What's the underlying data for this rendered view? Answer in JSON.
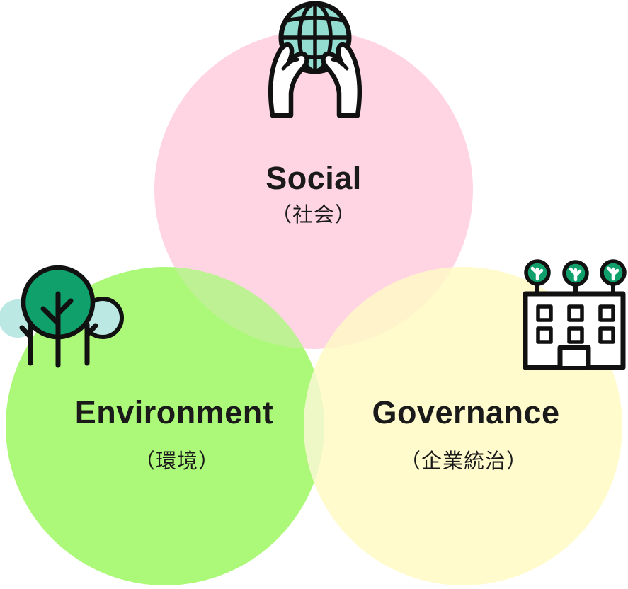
{
  "diagram": {
    "type": "venn-3-esg",
    "background": "#ffffff",
    "outline_color": "#111111",
    "text_color": "#1a1a1a",
    "circles": {
      "social": {
        "label": "Social",
        "sublabel": "（社会）",
        "color": "#FFD5E3",
        "icon": "hands-holding-globe"
      },
      "environment": {
        "label": "Environment",
        "sublabel": "（環境）",
        "color": "#ACF879",
        "icon": "trees"
      },
      "governance": {
        "label": "Governance",
        "sublabel": "（企業統治）",
        "color": "#FFFBCC",
        "icon": "office-building"
      }
    },
    "overlaps": {
      "social_environment": "#BDF193",
      "social_governance": "#FFF3CB",
      "environment_governance": "#EDF8C6"
    },
    "icon_colors": {
      "globe_fill": "#92DCD0",
      "hand_fill": "#FFFFFF",
      "tree_primary": "#0FA06B",
      "tree_secondary": "#BCE8E4",
      "building_fill": "#FFFFFF"
    }
  }
}
